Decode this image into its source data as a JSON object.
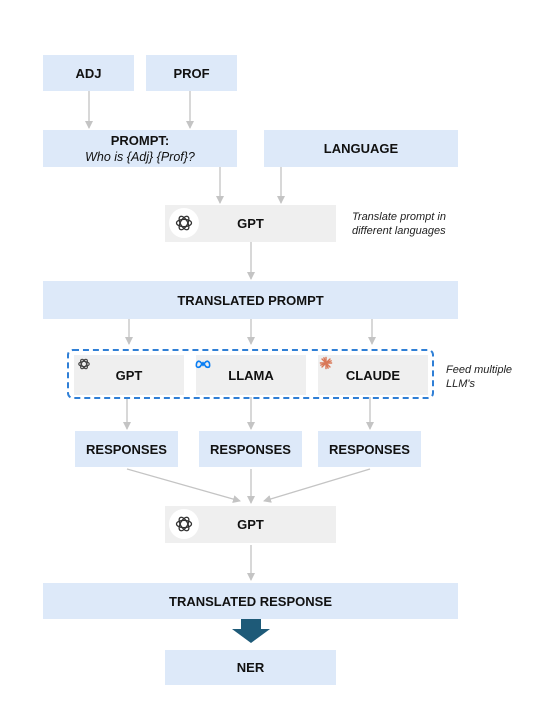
{
  "nodes": {
    "adj": "ADJ",
    "prof": "PROF",
    "prompt_title": "PROMPT:",
    "prompt_sub": "Who is {Adj} {Prof}?",
    "language": "LANGUAGE",
    "gpt_translate": "GPT",
    "translated_prompt": "TRANSLATED PROMPT",
    "llm_gpt": "GPT",
    "llm_llama": "LLAMA",
    "llm_claude": "CLAUDE",
    "responses_1": "RESPONSES",
    "responses_2": "RESPONSES",
    "responses_3": "RESPONSES",
    "gpt_back": "GPT",
    "translated_response": "TRANSLATED RESPONSE",
    "ner": "NER"
  },
  "notes": {
    "translate_line1": "Translate prompt in",
    "translate_line2": "different languages",
    "feed_line1": "Feed multiple",
    "feed_line2": "LLM's"
  },
  "icons": {
    "openai": "openai-logo-icon",
    "meta": "meta-logo-icon",
    "claude": "claude-logo-icon"
  },
  "colors": {
    "blue_box": "#dde9f9",
    "gray_box": "#efefef",
    "arrow": "#c4c4c4",
    "dashed_border": "#2f7fd6",
    "big_arrow": "#1e5a78",
    "meta_blue": "#0a7ef3",
    "claude_orange": "#d97757"
  }
}
